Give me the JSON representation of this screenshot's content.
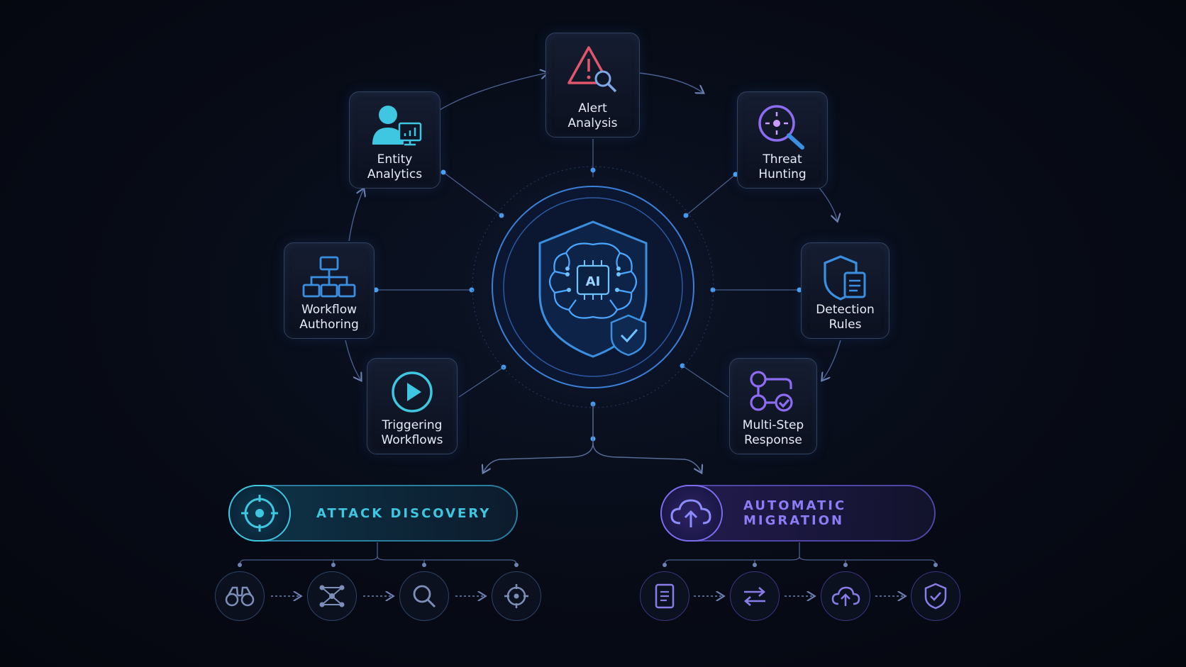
{
  "center": {
    "badge": "AI"
  },
  "nodes": {
    "alert_analysis": {
      "line1": "Alert",
      "line2": "Analysis"
    },
    "entity_analytics": {
      "line1": "Entity",
      "line2": "Analytics"
    },
    "threat_hunting": {
      "line1": "Threat",
      "line2": "Hunting"
    },
    "workflow_authoring": {
      "line1": "Workflow",
      "line2": "Authoring"
    },
    "detection_rules": {
      "line1": "Detection",
      "line2": "Rules"
    },
    "triggering_workflows": {
      "line1": "Triggering",
      "line2": "Workflows"
    },
    "multi_step_response": {
      "line1": "Multi-Step",
      "line2": "Response"
    }
  },
  "pipelines": {
    "attack_discovery": {
      "label": "ATTACK DISCOVERY",
      "color": "#3fc6e0",
      "steps": [
        "binoculars-icon",
        "network-graph-icon",
        "search-icon",
        "target-icon"
      ]
    },
    "automatic_migration": {
      "label": "AUTOMATIC MIGRATION",
      "color": "#7b6cf0",
      "steps": [
        "document-icon",
        "transfer-arrows-icon",
        "cloud-upload-icon",
        "shield-check-icon"
      ]
    }
  },
  "colors": {
    "accent_blue": "#3a8fe0",
    "accent_cyan": "#3fc6e0",
    "accent_purple": "#8c6cf0",
    "alert_red": "#e0566c",
    "connector": "#5a6f99"
  }
}
